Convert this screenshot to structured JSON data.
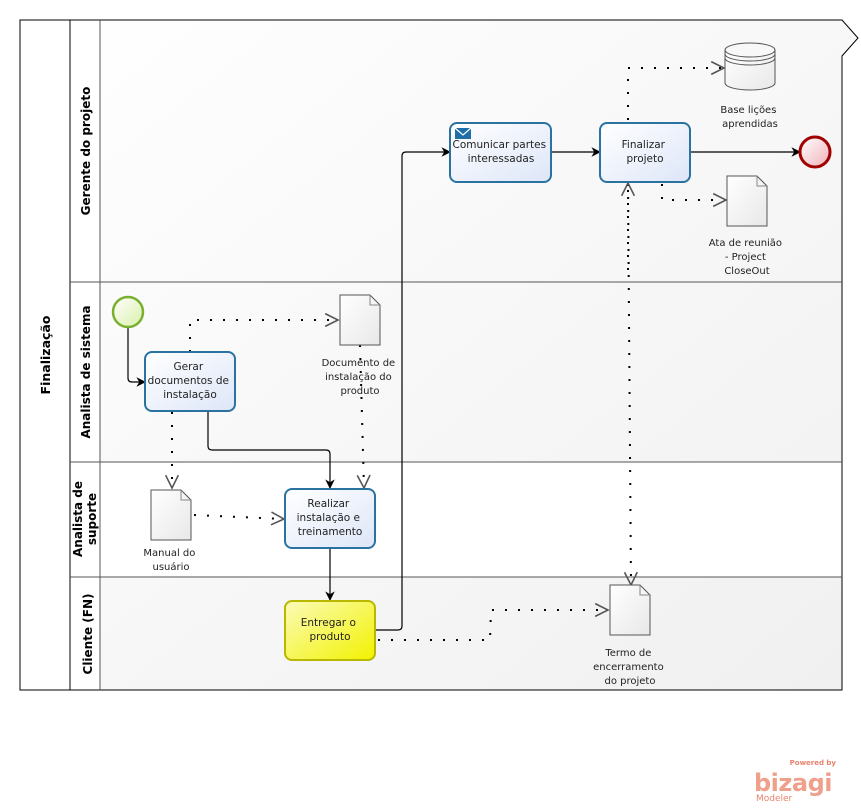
{
  "pool": {
    "title": "Finalização",
    "lanes": [
      {
        "id": "gerente",
        "title": "Gerente do projeto"
      },
      {
        "id": "analista-sistema",
        "title": "Analista de sistema"
      },
      {
        "id": "analista-suporte",
        "title_line1": "Analista de",
        "title_line2": "suporte"
      },
      {
        "id": "cliente",
        "title": "Cliente (FN)"
      }
    ]
  },
  "events": {
    "start": {
      "type": "start-event",
      "lane": "Analista de sistema",
      "color": "#8cc63f"
    },
    "end": {
      "type": "end-event",
      "lane": "Gerente do projeto",
      "color": "#a10000"
    }
  },
  "tasks": [
    {
      "id": "gerar",
      "lines": [
        "Gerar",
        "documentos de",
        "instalação"
      ],
      "lane": "Analista de sistema",
      "style": "blue"
    },
    {
      "id": "realizar",
      "lines": [
        "Realizar",
        "instalação e",
        "treinamento"
      ],
      "lane": "Analista de suporte",
      "style": "blue"
    },
    {
      "id": "entregar",
      "lines": [
        "Entregar o",
        "produto"
      ],
      "lane": "Cliente (FN)",
      "style": "yellow"
    },
    {
      "id": "comunicar",
      "lines": [
        "Comunicar partes",
        "interessadas"
      ],
      "lane": "Gerente do projeto",
      "style": "blue",
      "icon": "envelope"
    },
    {
      "id": "finalizar",
      "lines": [
        "Finalizar",
        "projeto"
      ],
      "lane": "Gerente do projeto",
      "style": "blue"
    }
  ],
  "artifacts": [
    {
      "id": "doc-instalacao",
      "type": "document",
      "lines": [
        "Documento de",
        "instalação do",
        "produto"
      ]
    },
    {
      "id": "manual",
      "type": "document",
      "lines": [
        "Manual do",
        "usuário"
      ]
    },
    {
      "id": "termo",
      "type": "document",
      "lines": [
        "Termo de",
        "encerramento",
        "do projeto"
      ]
    },
    {
      "id": "ata",
      "type": "document",
      "lines": [
        "Ata de reunião",
        "- Project",
        "CloseOut"
      ]
    },
    {
      "id": "base",
      "type": "data-store",
      "lines": [
        "Base lições",
        "aprendidas"
      ]
    }
  ],
  "colors": {
    "task_border": "#2a72a0",
    "task_fill": "#eaf1fb",
    "task_yellow_border": "#b8b800",
    "task_yellow_fill": "#f7f780",
    "lane_line": "#555555"
  },
  "branding": {
    "powered": "Powered by",
    "name": "bizagi",
    "product": "Modeler"
  }
}
